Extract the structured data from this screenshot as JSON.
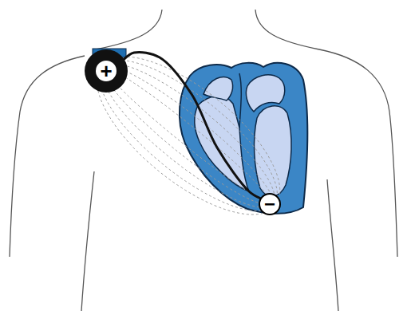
{
  "diagram": {
    "nodes": [
      {
        "text": [
          "+"
        ]
      },
      {
        "text": [
          "−"
        ]
      }
    ],
    "edges": [
      {
        "from": 0,
        "to": 1,
        "arrow": "none"
      }
    ]
  }
}
